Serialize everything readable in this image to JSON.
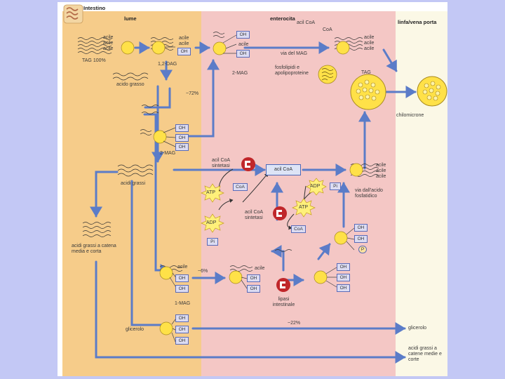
{
  "regions": {
    "intestine": "Intestino",
    "lumen": "lume",
    "enterocyte": "enterocita",
    "lymph": "linfa/vena porta"
  },
  "nodes": {
    "acyl_a1": "acile",
    "acyl_a2": "acile",
    "acyl_a3": "acile",
    "tag_label": "TAG 100%",
    "acyl_b1": "acile",
    "acyl_b2": "acile",
    "oh_b": "OH",
    "dag_label": "1,2-DAG",
    "oh_c1": "OH",
    "oh_c2": "OH",
    "acyl_c": "acile",
    "mag2_top": "2-MAG",
    "acylcoa_top": "acil CoA",
    "coa_top": "CoA",
    "mag_path": "via del MAG",
    "acyl_d1": "acile",
    "acyl_d2": "acile",
    "acyl_d3": "acile",
    "phospho": "fosfolipidi e apolipoproteine",
    "tag_right": "TAG",
    "chylo": "chilomicrone",
    "fatty_acid_1": "acido grasso",
    "pct72": "~72%",
    "oh_e1": "OH",
    "oh_e2": "OH",
    "oh_e3": "OH",
    "mag2_mid": "2-MAG",
    "synthetase_1": "acil CoA sintetasi",
    "fatty_acids_2": "acidi grassi",
    "acylcoa_mid": "acil CoA",
    "atp_1": "ATP",
    "coa_mid": "CoA",
    "adp_top": "ADP",
    "pi_top": "Pi",
    "acyl_f1": "acile",
    "acyl_f2": "acile",
    "acyl_f3": "acile",
    "pa_path": "via dall'acido fosfatidico",
    "atp_2": "ATP",
    "adp_1": "ADP",
    "synthetase_2": "acil CoA sintetasi",
    "coa_low": "CoA",
    "pi_low": "Pi",
    "mcfa": "acidi grassi a catena media e corta",
    "oh_g1": "OH",
    "oh_g2": "OH",
    "p_g": "P",
    "acyl_h": "acile",
    "oh_h1": "OH",
    "oh_h2": "OH",
    "pct6": "~6%",
    "mag1": "1-MAG",
    "acyl_i": "acile",
    "oh_i1": "OH",
    "oh_i2": "OH",
    "oh_j1": "OH",
    "oh_j2": "OH",
    "oh_j3": "OH",
    "lipase": "lipasi intestinale",
    "glycerol_left": "glicerolo",
    "oh_k1": "OH",
    "oh_k2": "OH",
    "oh_k3": "OH",
    "pct22": "~22%",
    "glycerol_right": "glicerolo",
    "mcfa_right": "acidi grassi a catene medie e corte"
  },
  "colors": {
    "lumen": "#f6cc8a",
    "enterocyte": "#f4c7c5",
    "lymph": "#fbf8e6",
    "arrow": "#5b7cc8",
    "glycerol": "#ffe148",
    "atp": "#fff07a"
  },
  "icons": [
    "intestine-icon",
    "enzyme-icon"
  ]
}
